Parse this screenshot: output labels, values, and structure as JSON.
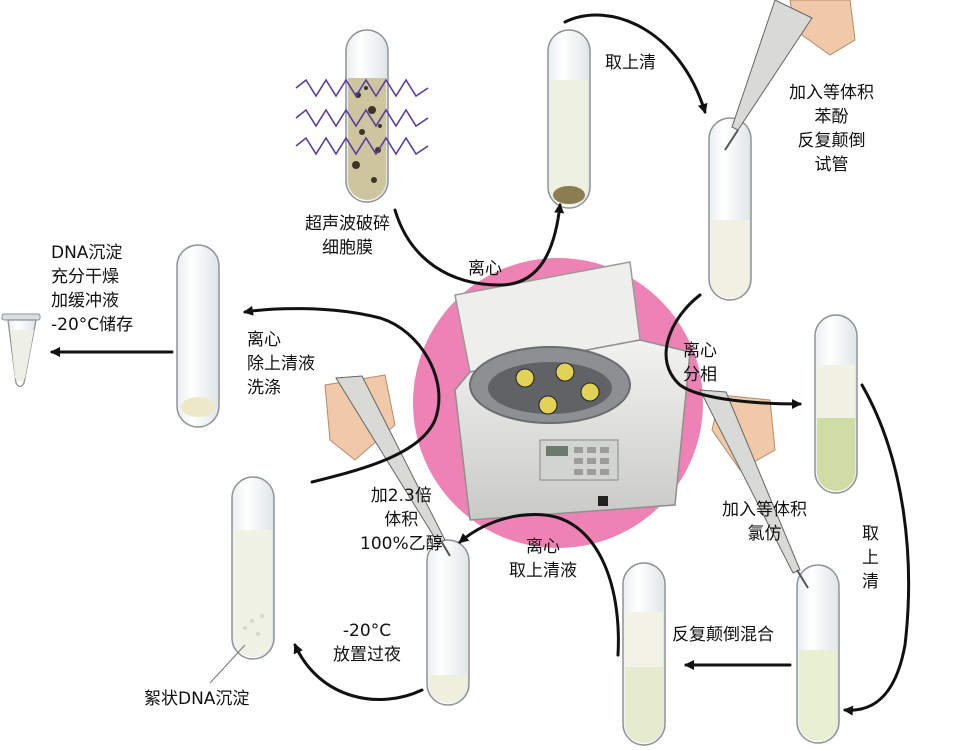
{
  "labels": {
    "store_dna": [
      "DNA沉淀",
      "充分干燥",
      "加缓冲液",
      "-20°C储存"
    ],
    "sonicate": [
      "超声波破碎",
      "细胞膜"
    ],
    "centrifuge_top": "离心",
    "take_supernatant_top": "取上清",
    "add_phenol": [
      "加入等体积",
      "苯酚",
      "反复颠倒",
      "试管"
    ],
    "centrifuge_phase": [
      "离心",
      "分相"
    ],
    "add_chloroform": [
      "加入等体积",
      "氯仿"
    ],
    "take_supernatant_right": [
      "取",
      "上",
      "清"
    ],
    "invert_mix": "反复颠倒混合",
    "centrifuge_supernatant": [
      "离心",
      "取上清液"
    ],
    "add_ethanol": [
      "加2.3倍",
      "体积",
      "100%乙醇"
    ],
    "overnight": [
      "-20°C",
      "放置过夜"
    ],
    "floc_dna": "絮状DNA沉淀",
    "wash": [
      "离心",
      "除上清液",
      "洗涤"
    ]
  },
  "colors": {
    "background_circle": "#ec83b4",
    "arrow": "#111111",
    "sound_wave": "#5a3ca0"
  }
}
